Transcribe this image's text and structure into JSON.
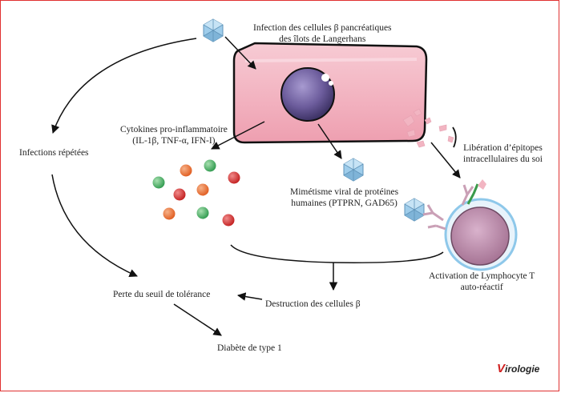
{
  "labels": {
    "infection_title_line1": "Infection des cellules β pancréatiques",
    "infection_title_line2": "des îlots de Langerhans",
    "cytokines_line1": "Cytokines pro-inflammatoire",
    "cytokines_line2": "(IL-1β, TNF-α, IFN-I)",
    "infections_repetees": "Infections répétées",
    "liberation_line1": "Libération d’épitopes",
    "liberation_line2": "intracellulaires du soi",
    "mimetisme_line1": "Mimétisme viral de protéines",
    "mimetisme_line2": "humaines (PTPRN, GAD65)",
    "activation_line1": "Activation de Lymphocyte T",
    "activation_line2": "auto-réactif",
    "perte_seuil": "Perte du seuil de tolérance",
    "destruction": "Destruction des cellules β",
    "diabete": "Diabète de type 1"
  },
  "logo": {
    "first": "V",
    "rest": "irologie"
  },
  "colors": {
    "cell_fill": "#f3b8c4",
    "cell_border": "#111111",
    "nucleus": "#6c5c9c",
    "virus": "#8ec3e6",
    "cytokine_green": "#3daa5a",
    "cytokine_red": "#d82a2a",
    "cytokine_orange": "#ec6b2a",
    "lymphocyte": "#b3809f",
    "lymphocyte_ring": "#8ec8ea",
    "frame": "#e03030"
  }
}
